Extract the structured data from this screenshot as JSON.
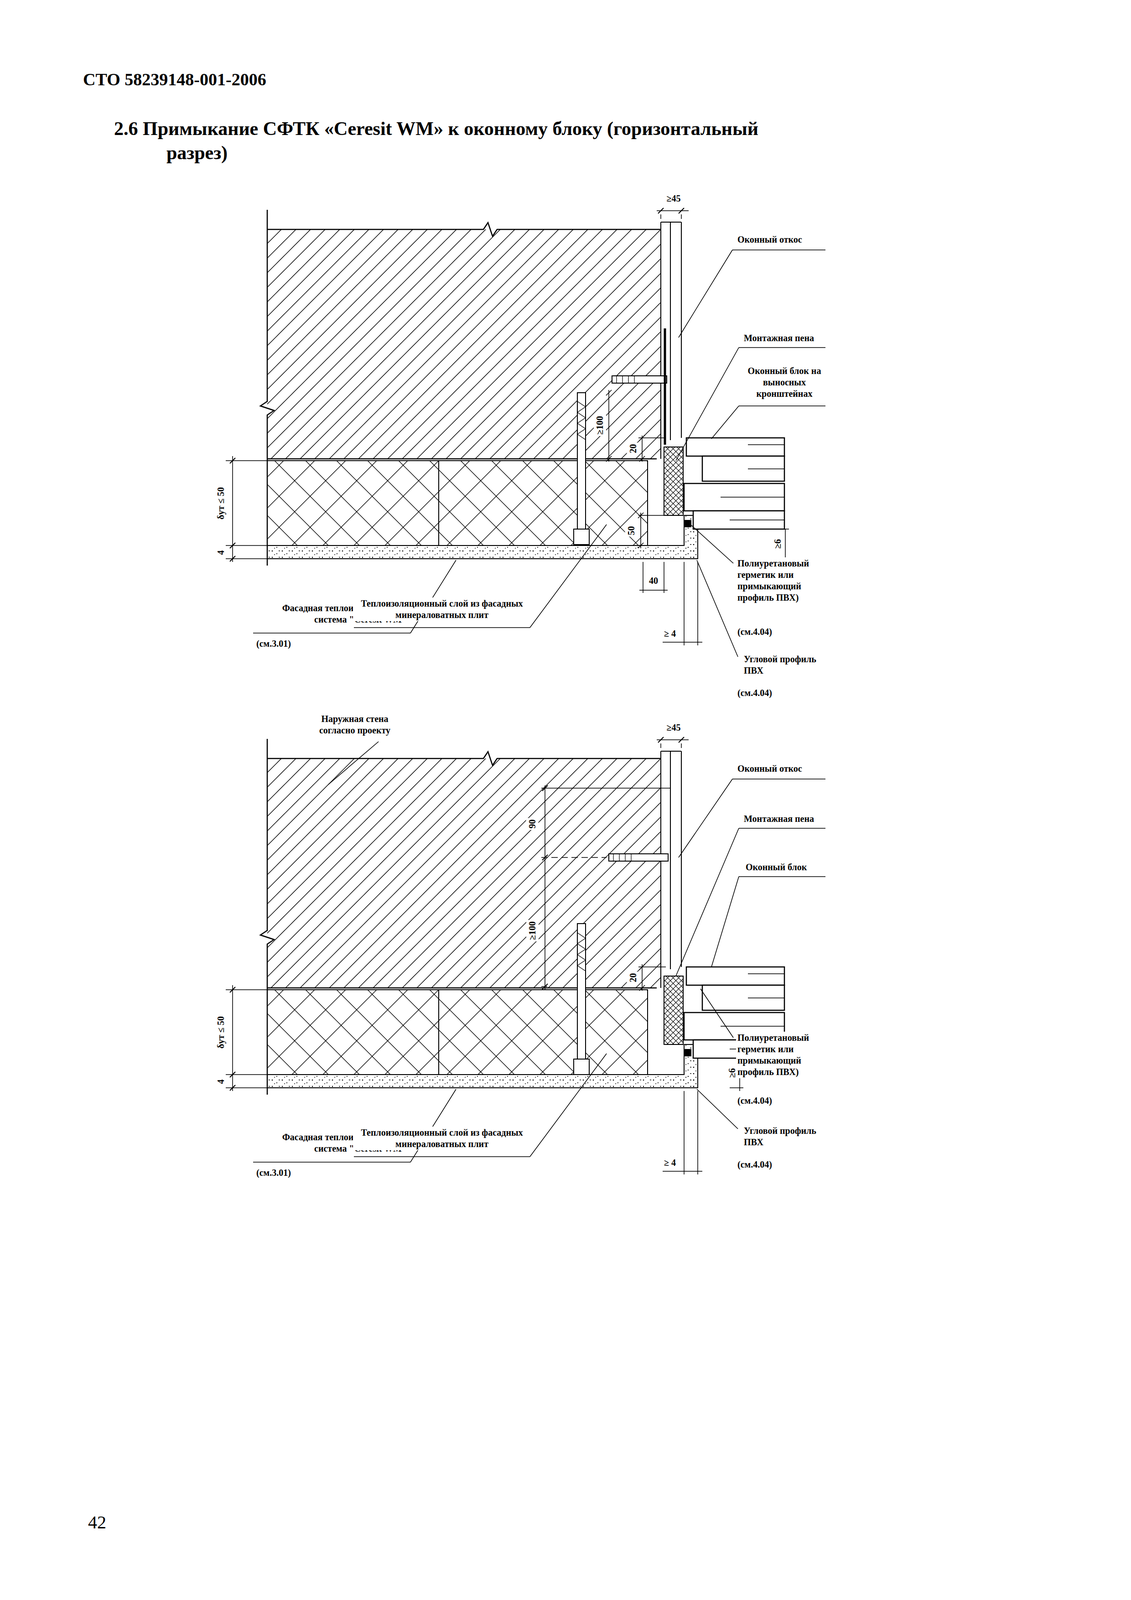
{
  "diagram": {
    "title": "2.6 Примыкание СФТК «Ceresit WM» к оконному блоку (горизонтальный разрез)",
    "labels": [
      "СТО 58239148-001-2006",
      "≥45",
      "Оконный откос",
      "Монтажная пена",
      "Оконный блок на выносных кронштейнах",
      "≥100",
      "20",
      "δут ≤ 50",
      "4",
      "50",
      "40",
      "≥6",
      "Полиуретановый герметик или примыкающий профиль ПВХ)",
      "(см.4.04)",
      "Фасадная теплоизоляционная система \"Ceresit WM\"",
      "(см.3.01)",
      "Теплоизоляционный слой из фасадных минераловатных плит",
      "≥ 4",
      "Угловой профиль ПВХ",
      "(см.4.04)",
      "Наружная стена согласно проекту",
      "≥45",
      "Оконный откос",
      "Монтажная пена",
      "Оконный блок",
      "90",
      "20",
      "≥100",
      "δут ≤ 50",
      "4",
      "≥6",
      "Полиуретановый герметик или примыкающий профиль ПВХ)",
      "(см.4.04)",
      "Угловой профиль ПВХ",
      "(см.4.04)",
      "Фасадная теплоизоляционная система \"Ceresit WM\"",
      "(см.3.01)",
      "Теплоизоляционный слой из фасадных минераловатных плит",
      "≥ 4",
      "42"
    ]
  }
}
